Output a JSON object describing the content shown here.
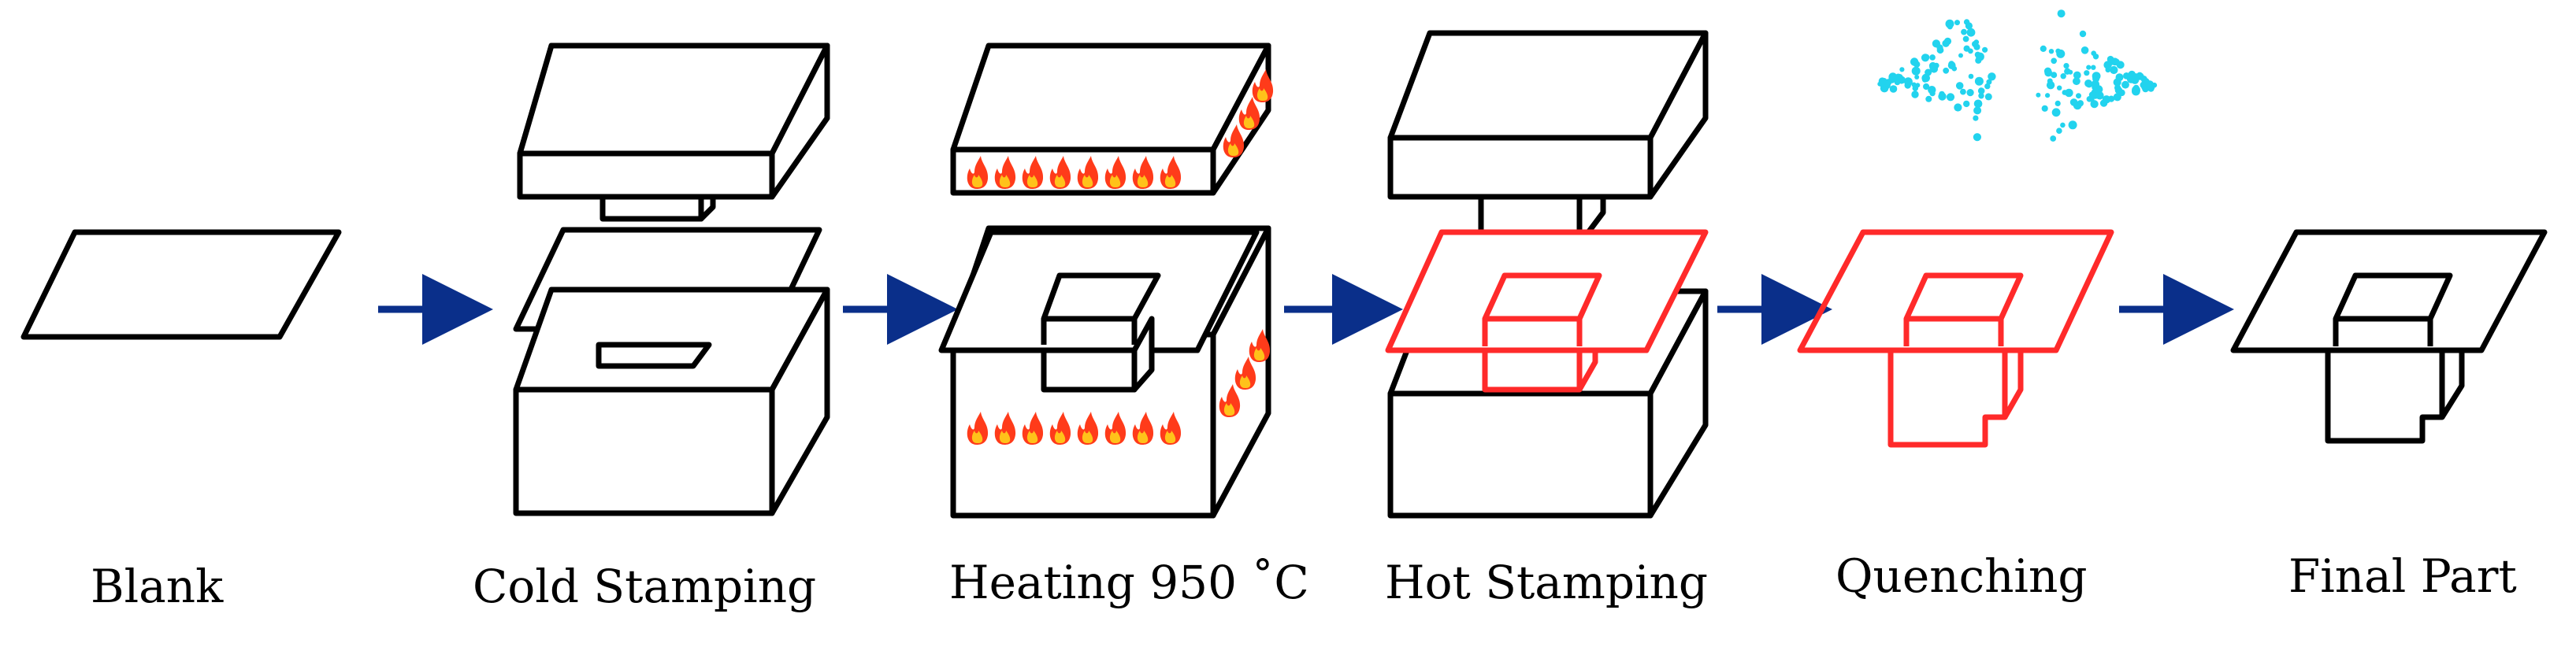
{
  "steps": [
    {
      "label": "Blank"
    },
    {
      "label": "Cold Stamping"
    },
    {
      "label": "Heating 950 ˚C"
    },
    {
      "label": "Hot Stamping"
    },
    {
      "label": "Quenching"
    },
    {
      "label": "Final Part"
    }
  ],
  "colors": {
    "line": "#000000",
    "hot_part": "#ff2a2a",
    "arrow": "#0a2f8a",
    "flame_outer": "#ff3b1a",
    "flame_inner": "#ffc21a",
    "water": "#22d3ee"
  },
  "icons": [
    "flame-icon",
    "water-spray-icon",
    "arrow-right-icon"
  ]
}
